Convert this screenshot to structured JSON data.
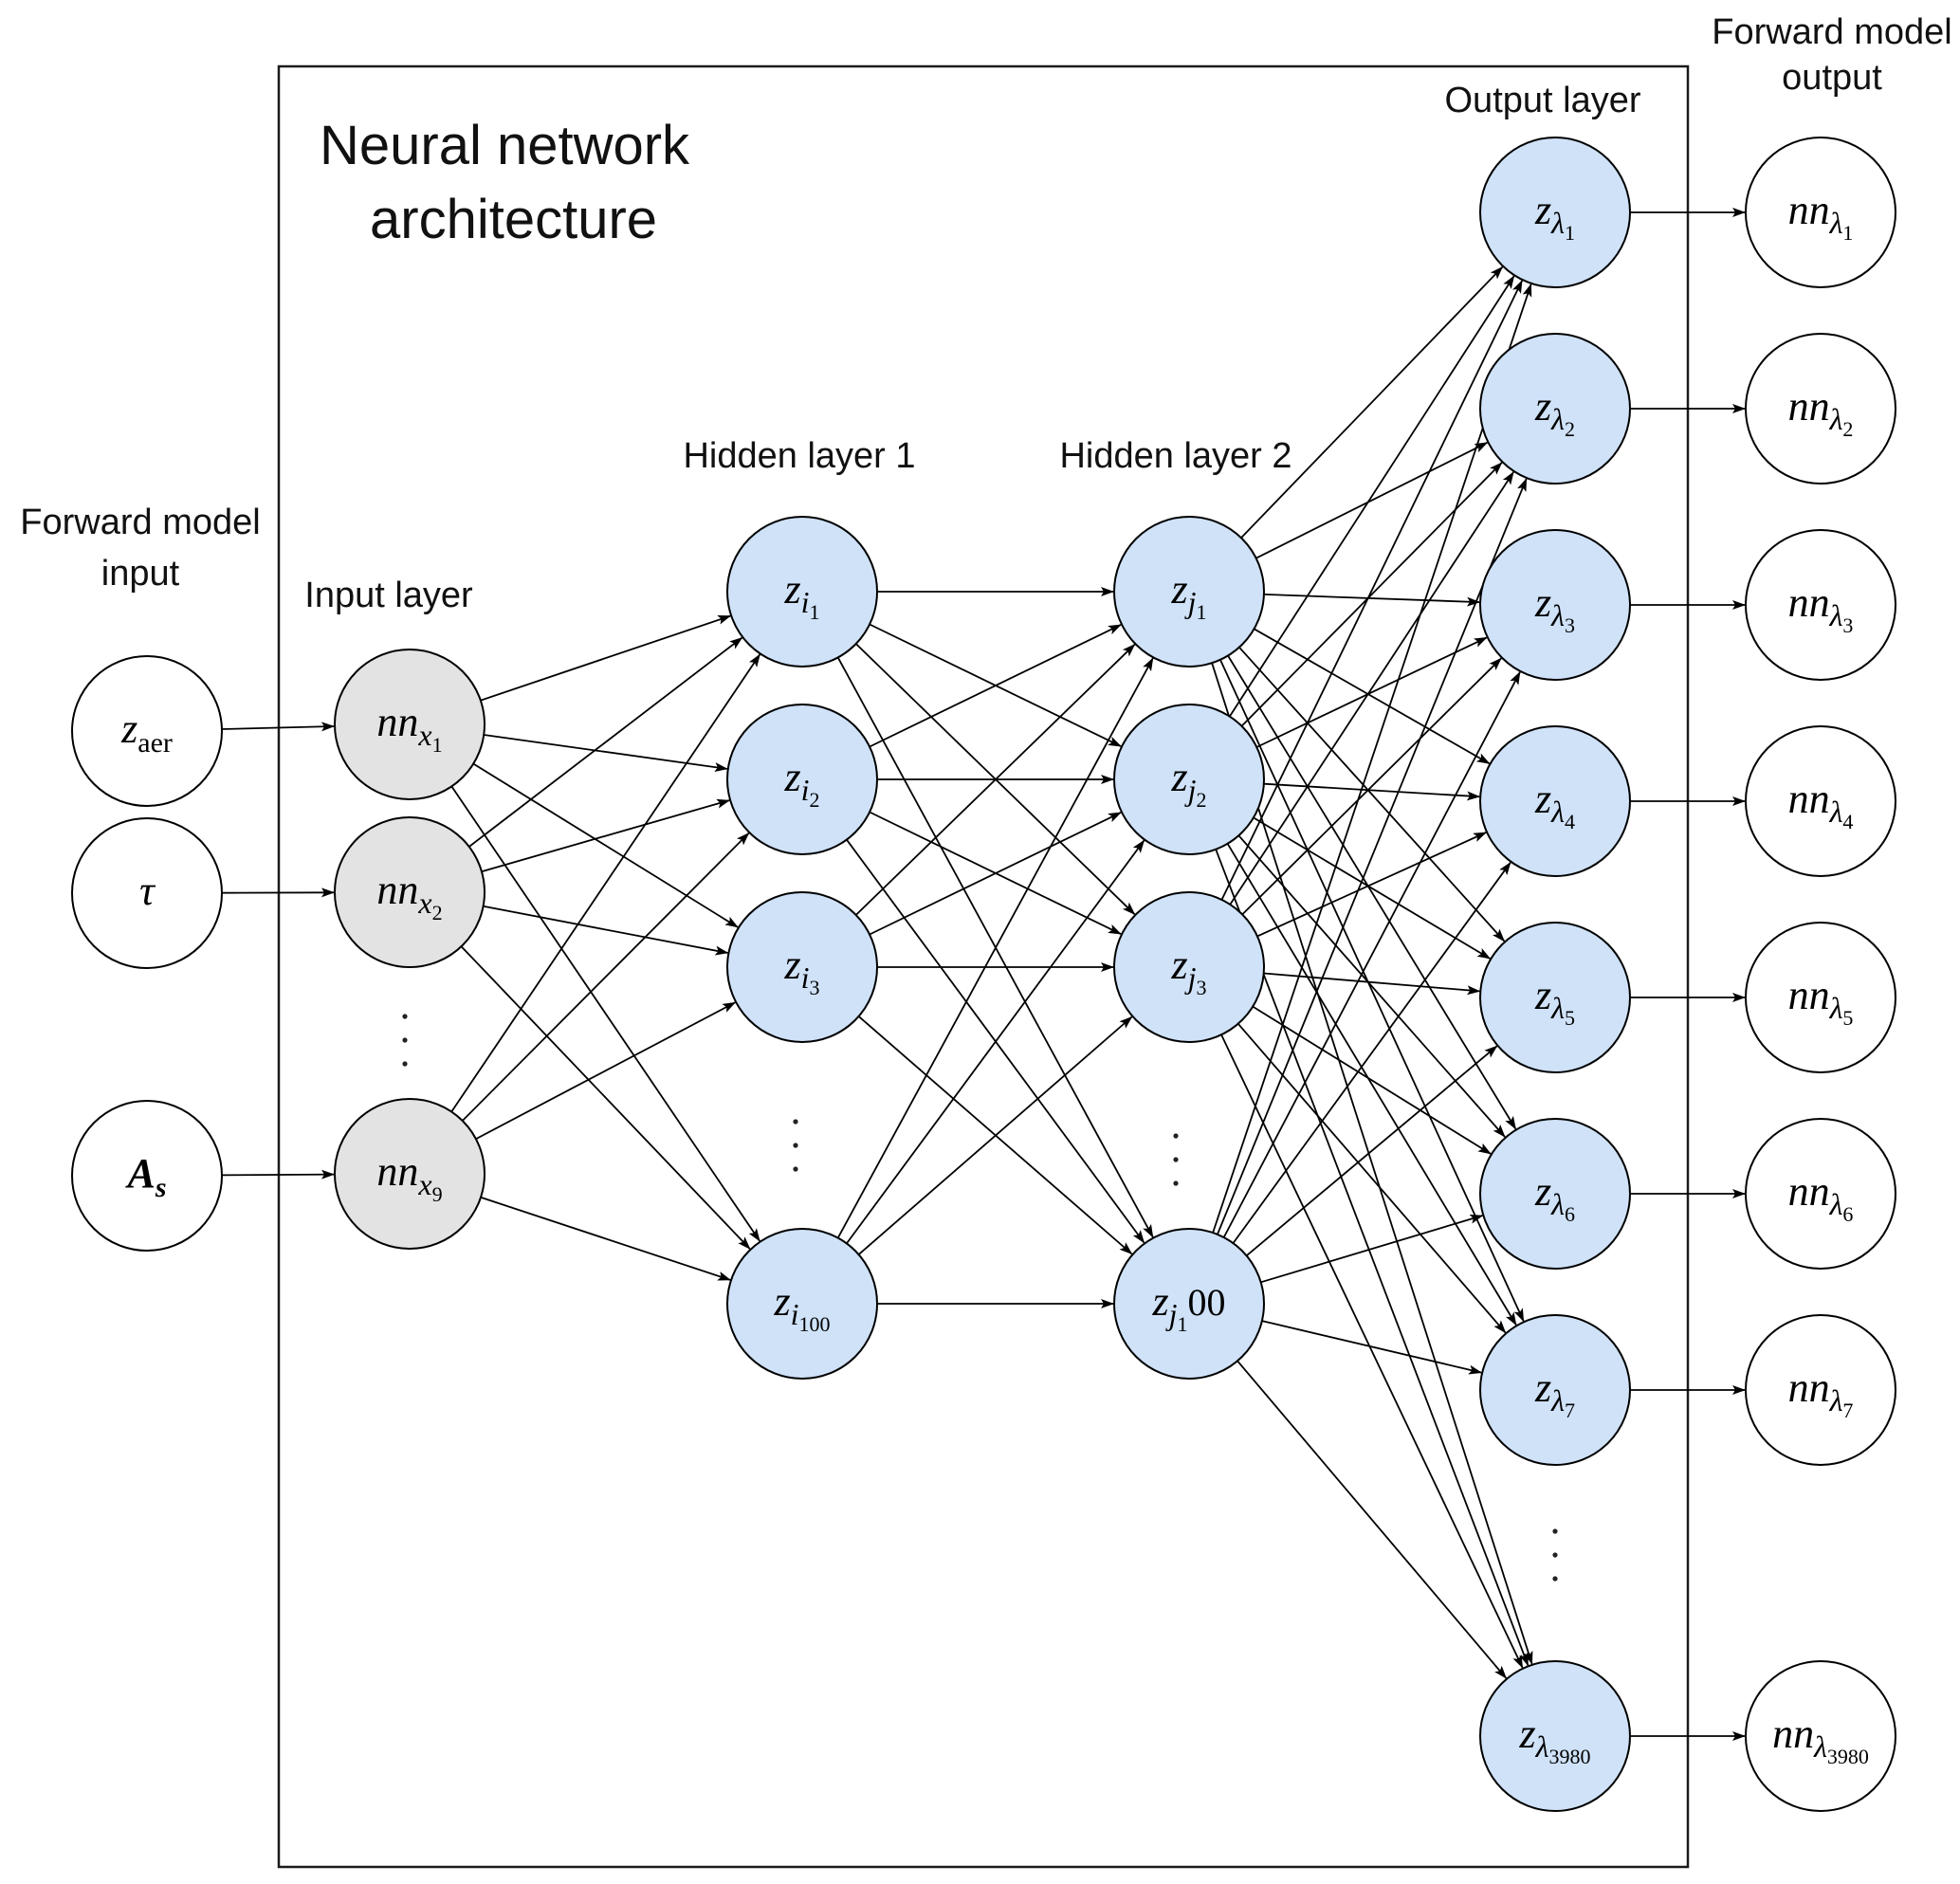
{
  "title": [
    "Neural network",
    "architecture"
  ],
  "colors": {
    "hidden_fill": "#cfe2f8",
    "input_fill": "#e3e3e3",
    "io_fill": "#ffffff",
    "stroke": "#000000"
  },
  "labels": {
    "fm_input": [
      "Forward model",
      "input"
    ],
    "fm_output": [
      "Forward model",
      "output"
    ],
    "input_layer": "Input layer",
    "hidden1": "Hidden layer 1",
    "hidden2": "Hidden layer 2",
    "output_layer": "Output layer"
  },
  "columns": {
    "fm_input": [
      {
        "base": "z",
        "sub": "aer",
        "sub_style": "upright"
      },
      {
        "base": "τ",
        "sub": ""
      },
      {
        "base": "A",
        "sub": "s",
        "bold": true
      }
    ],
    "input_layer": [
      {
        "base": "nn",
        "sub": "x",
        "subsub": "1"
      },
      {
        "base": "nn",
        "sub": "x",
        "subsub": "2"
      },
      {
        "base": "nn",
        "sub": "x",
        "subsub": "9"
      }
    ],
    "hidden1": [
      {
        "base": "z",
        "sub": "i",
        "subsub": "1"
      },
      {
        "base": "z",
        "sub": "i",
        "subsub": "2"
      },
      {
        "base": "z",
        "sub": "i",
        "subsub": "3"
      },
      {
        "base": "z",
        "sub": "i",
        "subsub": "100"
      }
    ],
    "hidden2": [
      {
        "base": "z",
        "sub": "j",
        "subsub": "1"
      },
      {
        "base": "z",
        "sub": "j",
        "subsub": "2"
      },
      {
        "base": "z",
        "sub": "j",
        "subsub": "3"
      },
      {
        "base": "z",
        "sub": "j",
        "subsub": "1",
        "tail": "00"
      }
    ],
    "output_layer": [
      {
        "base": "z",
        "sub": "λ",
        "subsub": "1"
      },
      {
        "base": "z",
        "sub": "λ",
        "subsub": "2"
      },
      {
        "base": "z",
        "sub": "λ",
        "subsub": "3"
      },
      {
        "base": "z",
        "sub": "λ",
        "subsub": "4"
      },
      {
        "base": "z",
        "sub": "λ",
        "subsub": "5"
      },
      {
        "base": "z",
        "sub": "λ",
        "subsub": "6"
      },
      {
        "base": "z",
        "sub": "λ",
        "subsub": "7"
      },
      {
        "base": "z",
        "sub": "λ",
        "subsub": "3980"
      }
    ],
    "fm_output": [
      {
        "base": "nn",
        "sub": "λ",
        "subsub": "1"
      },
      {
        "base": "nn",
        "sub": "λ",
        "subsub": "2"
      },
      {
        "base": "nn",
        "sub": "λ",
        "subsub": "3"
      },
      {
        "base": "nn",
        "sub": "λ",
        "subsub": "4"
      },
      {
        "base": "nn",
        "sub": "λ",
        "subsub": "5"
      },
      {
        "base": "nn",
        "sub": "λ",
        "subsub": "6"
      },
      {
        "base": "nn",
        "sub": "λ",
        "subsub": "7"
      },
      {
        "base": "nn",
        "sub": "λ",
        "subsub": "3980"
      }
    ]
  }
}
